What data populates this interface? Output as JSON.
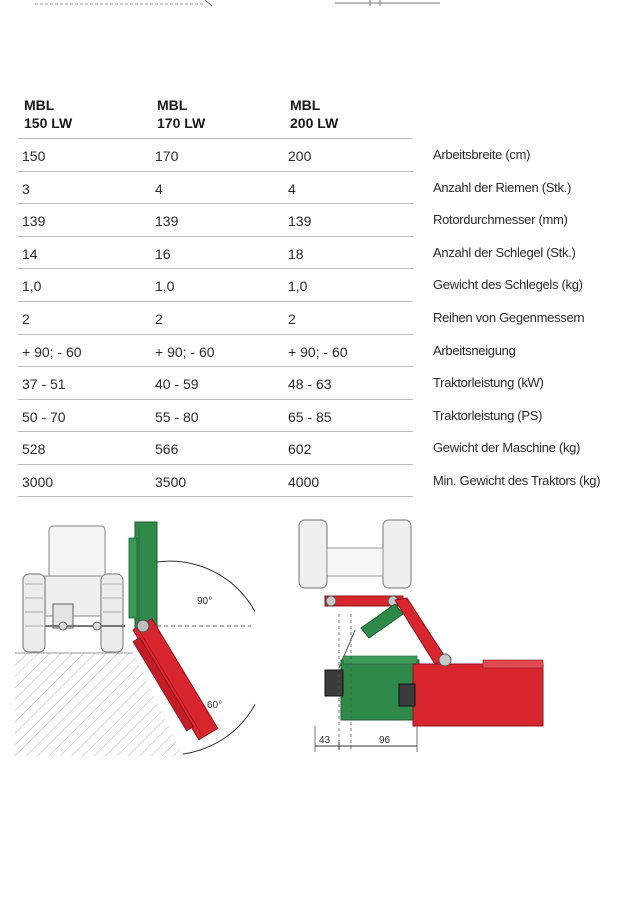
{
  "models": [
    {
      "line1": "MBL",
      "line2": "150 LW"
    },
    {
      "line1": "MBL",
      "line2": "170 LW"
    },
    {
      "line1": "MBL",
      "line2": "200 LW"
    }
  ],
  "rows": [
    {
      "v1": "150",
      "v2": "170",
      "v3": "200",
      "label": "Arbeitsbreite (cm)"
    },
    {
      "v1": "3",
      "v2": "4",
      "v3": "4",
      "label": "Anzahl der Riemen (Stk.)"
    },
    {
      "v1": "139",
      "v2": "139",
      "v3": "139",
      "label": "Rotordurchmesser (mm)"
    },
    {
      "v1": "14",
      "v2": "16",
      "v3": "18",
      "label": "Anzahl der Schlegel (Stk.)"
    },
    {
      "v1": "1,0",
      "v2": "1,0",
      "v3": "1,0",
      "label": "Gewicht des Schlegels (kg)"
    },
    {
      "v1": "2",
      "v2": "2",
      "v3": "2",
      "label": "Reihen von Gegenmessern"
    },
    {
      "v1": "+ 90; - 60",
      "v2": "+ 90; - 60",
      "v3": "+ 90; - 60",
      "label": "Arbeitsneigung"
    },
    {
      "v1": "37 - 51",
      "v2": "40 - 59",
      "v3": "48 - 63",
      "label": "Traktorleistung (kW)"
    },
    {
      "v1": "50 - 70",
      "v2": "55 - 80",
      "v3": "65 - 85",
      "label": "Traktorleistung (PS)"
    },
    {
      "v1": "528",
      "v2": "566",
      "v3": "602",
      "label": "Gewicht der Maschine (kg)"
    },
    {
      "v1": "3000",
      "v2": "3500",
      "v3": "4000",
      "label": "Min. Gewicht des Traktors (kg)"
    }
  ],
  "diagram_left": {
    "angle_up": "90°",
    "angle_down": "60°"
  },
  "diagram_right": {
    "dim_left": "43",
    "dim_right": "96"
  },
  "colors": {
    "green": "#2f8a4a",
    "red": "#d8262f",
    "grey": "#9a9a9a"
  }
}
